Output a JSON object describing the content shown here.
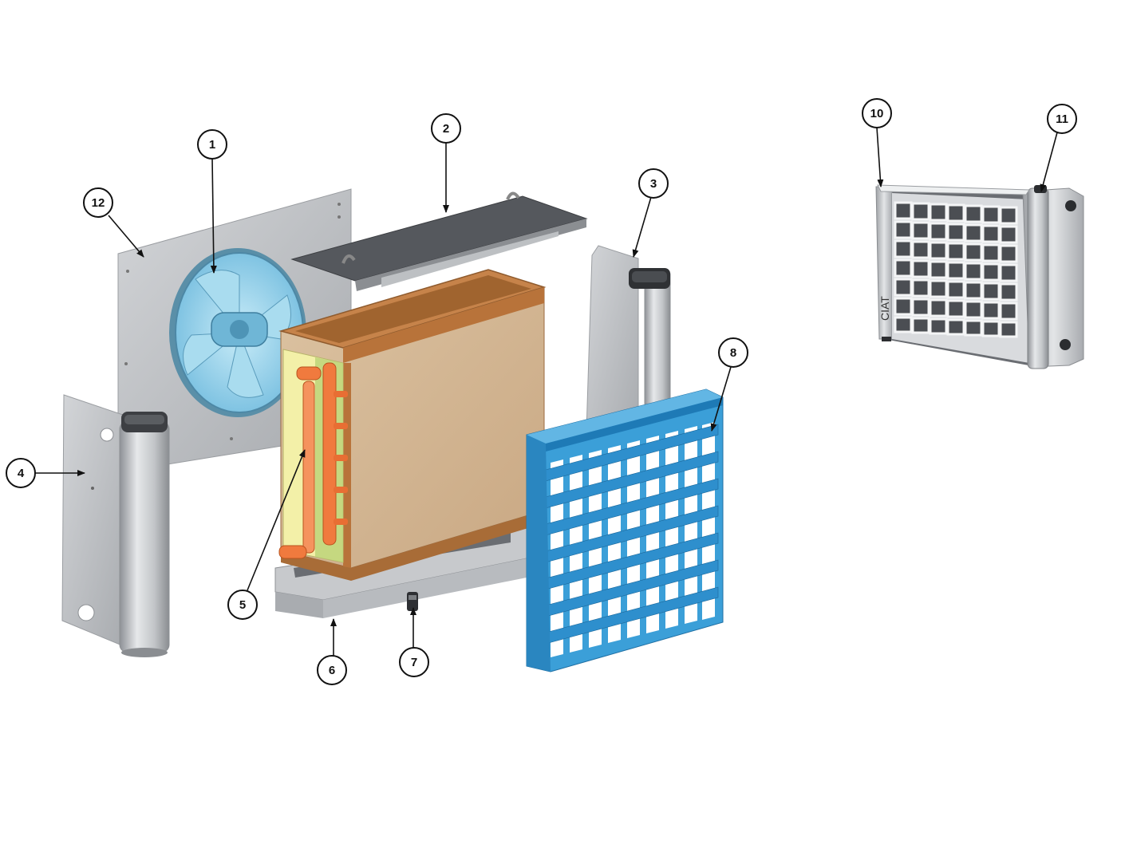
{
  "callouts": [
    {
      "id": "1",
      "label": "1"
    },
    {
      "id": "2",
      "label": "2"
    },
    {
      "id": "3",
      "label": "3"
    },
    {
      "id": "4",
      "label": "4"
    },
    {
      "id": "5",
      "label": "5"
    },
    {
      "id": "6",
      "label": "6"
    },
    {
      "id": "7",
      "label": "7"
    },
    {
      "id": "8",
      "label": "8"
    },
    {
      "id": "10",
      "label": "10"
    },
    {
      "id": "11",
      "label": "11"
    },
    {
      "id": "12",
      "label": "12"
    }
  ],
  "assembled_unit": {
    "brand_logo": "CIAT"
  },
  "colors": {
    "panel_grey": "#b9bcc0",
    "panel_dark": "#5e6166",
    "fan_blue": "#8fd0ea",
    "coil_frame": "#b8733a",
    "coil_face": "#d6bb98",
    "header_pipe": "#f07a3e",
    "fins_yellow": "#f3f0a8",
    "grille_blue": "#3b9fd8"
  }
}
